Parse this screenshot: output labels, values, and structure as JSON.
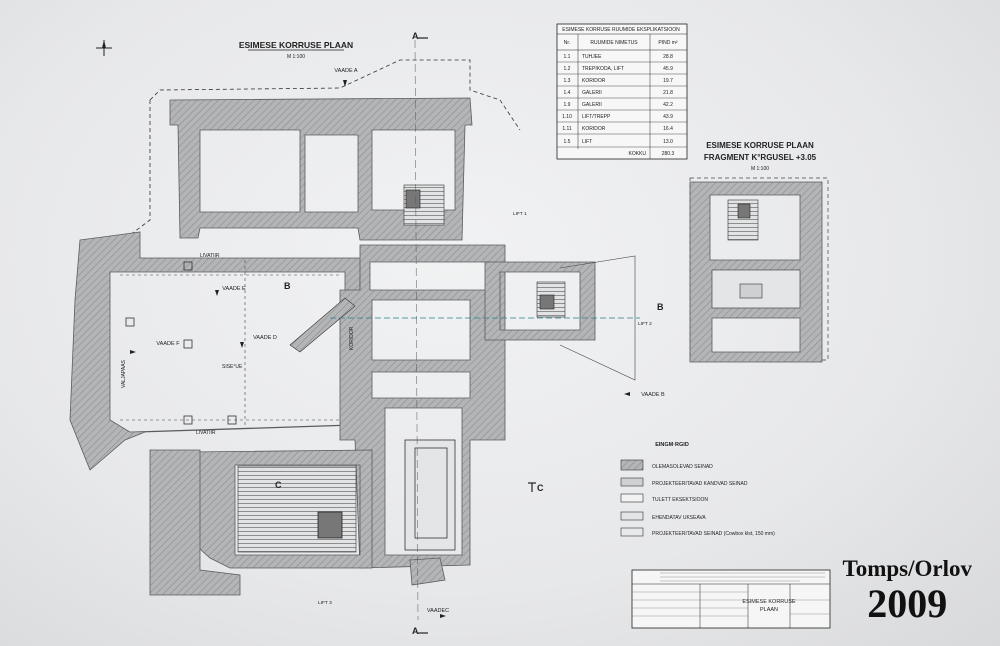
{
  "colors": {
    "wall": "#a9abad",
    "wall_dark": "#7c7e80",
    "line": "#222222",
    "sheet": "#eeeff0"
  },
  "plan": {
    "title": "ESIMESE KORRUSE PLAAN",
    "scale": "M 1:100"
  },
  "fragment": {
    "title_line1": "ESIMESE KORRUSE PLAAN",
    "title_line2": "FRAGMENT K°RGUSEL +3.05",
    "scale": "M 1:100"
  },
  "room_table": {
    "title": "ESIMESE KORRUSE RUUMIDE EKSPLIKATSIOON",
    "headers": [
      "Nr.",
      "RUUMIDE NIMETUS",
      "PIND m²"
    ],
    "rows": [
      {
        "nr": "1.1",
        "name": "TUHJEE",
        "area": "28.8"
      },
      {
        "nr": "1.2",
        "name": "TREPIKODA, LIFT",
        "area": "45.9"
      },
      {
        "nr": "1.3",
        "name": "KORIDOR",
        "area": "19.7"
      },
      {
        "nr": "1.4",
        "name": "GALERII",
        "area": "21.8"
      },
      {
        "nr": "1.9",
        "name": "GALERII",
        "area": "42.2"
      },
      {
        "nr": "1.10",
        "name": "LIFT/TREPP",
        "area": "43.9"
      },
      {
        "nr": "1.11",
        "name": "KORIDOR",
        "area": "16.4"
      },
      {
        "nr": "1.5",
        "name": "LIFT",
        "area": "13.0"
      }
    ],
    "total_label": "KOKKU",
    "total_value": "280.3"
  },
  "legend": {
    "title": "EINGM·RGID",
    "items": [
      "OLEMASOLEVAD SEINAD",
      "PROJEKTEERITAVAD KANDVAD SEINAD",
      "TULETT EKSEKTSIOON",
      "EHENDATAV UKSEAVA",
      "PROJEKTEERITAVAD SEINAD (Cowbox klst, 150 mm)"
    ]
  },
  "title_block": {
    "drawing_name_line1": "ESIMESE KORRUSE",
    "drawing_name_line2": "PLAAN"
  },
  "views": {
    "a": "VAADE A",
    "b": "VAADE B",
    "c": "VAADEC",
    "d": "VAADE D",
    "e": "VAADE E",
    "f": "VAADE F"
  },
  "section_marks": {
    "a": "A",
    "b": "B",
    "c": "C"
  },
  "lifts": {
    "l1": "LIFT 1",
    "l2": "LIFT 2",
    "l3": "LIFT 3"
  },
  "labels": {
    "siseoue": "SISE°UE",
    "hoov": "LIVATIIR",
    "valjapaas": "VALJAPAAS",
    "korridor": "KORIDOR"
  },
  "signature": {
    "name": "Tomps/Orlov",
    "year": "2009"
  }
}
